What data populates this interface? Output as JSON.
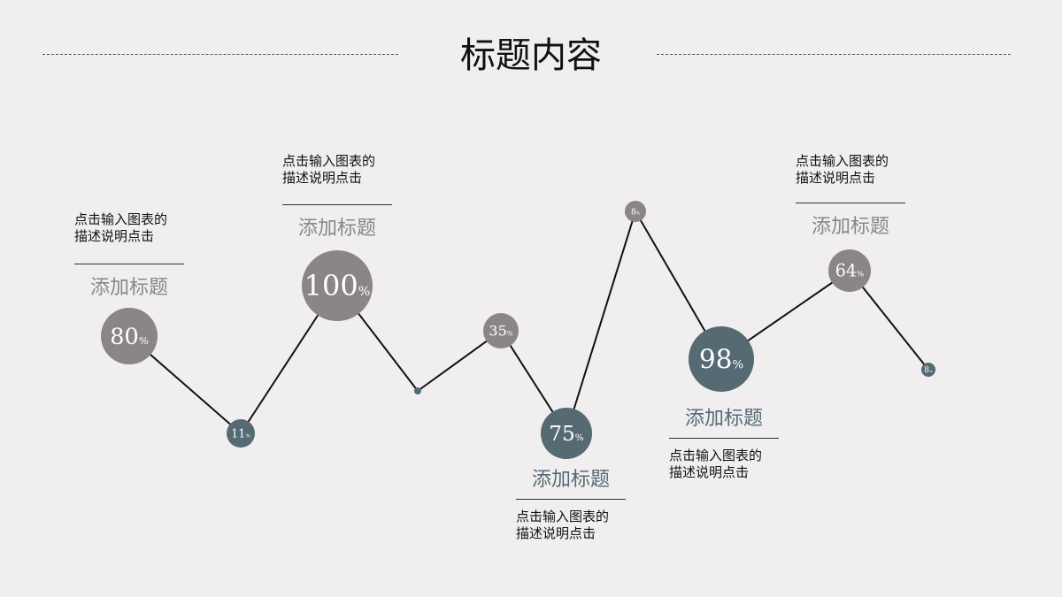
{
  "title": "标题内容",
  "colors": {
    "gray": "#8a8685",
    "slate": "#566a74",
    "background": "#f0eeee",
    "line": "#111111"
  },
  "points": [
    {
      "value": "80",
      "unit": "%",
      "color": "gray"
    },
    {
      "value": "11",
      "unit": "%",
      "color": "slate"
    },
    {
      "value": "100",
      "unit": "%",
      "color": "gray"
    },
    {
      "value": "",
      "unit": "",
      "color": "slate"
    },
    {
      "value": "35",
      "unit": "%",
      "color": "gray"
    },
    {
      "value": "75",
      "unit": "%",
      "color": "slate"
    },
    {
      "value": "8",
      "unit": "%",
      "color": "gray"
    },
    {
      "value": "98",
      "unit": "%",
      "color": "slate"
    },
    {
      "value": "64",
      "unit": "%",
      "color": "gray"
    },
    {
      "value": "8",
      "unit": "%",
      "color": "slate"
    }
  ],
  "labels": [
    {
      "heading": "添加标题",
      "description": "点击输入图表的\n描述说明点击"
    },
    {
      "heading": "添加标题",
      "description": "点击输入图表的\n描述说明点击"
    },
    {
      "heading": "添加标题",
      "description": "点击输入图表的\n描述说明点击"
    },
    {
      "heading": "添加标题",
      "description": "点击输入图表的\n描述说明点击"
    },
    {
      "heading": "添加标题",
      "description": "点击输入图表的\n描述说明点击"
    }
  ]
}
